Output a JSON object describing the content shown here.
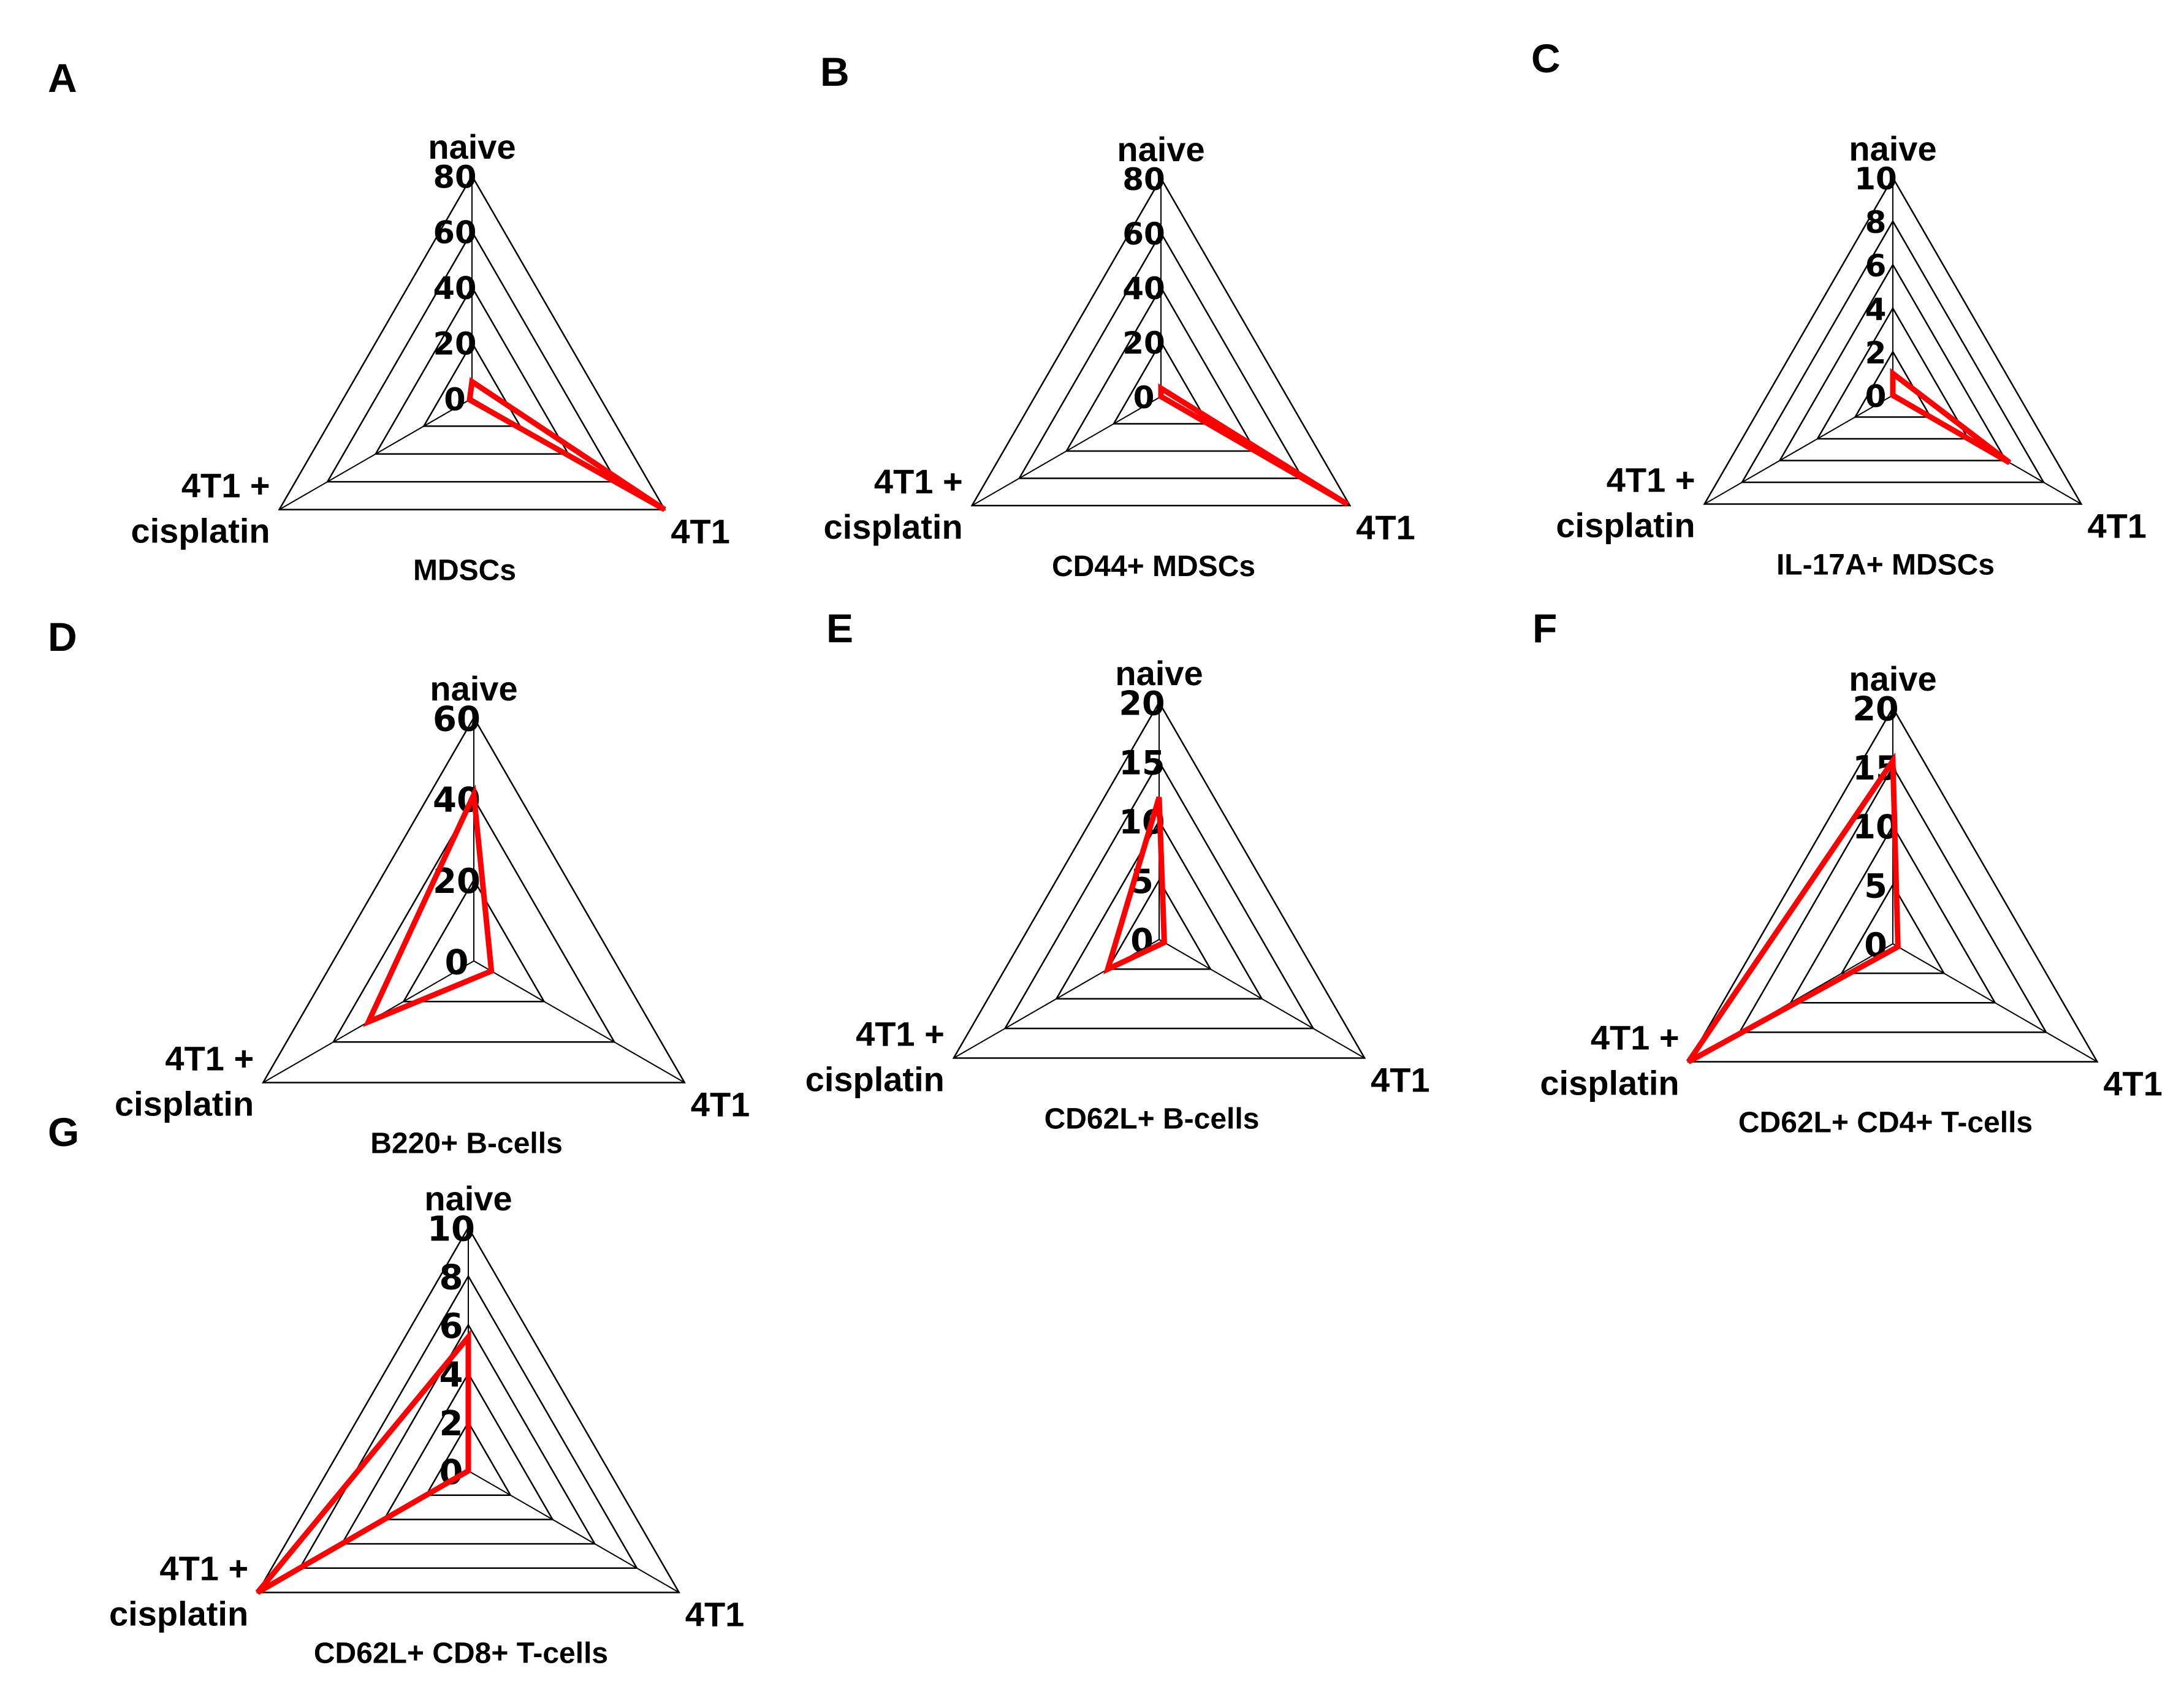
{
  "chart_data": [
    {
      "type": "radar",
      "panel": "A",
      "title": "MDSCs",
      "axes": [
        "naive",
        "4T1",
        "4T1 +\ncisplatin"
      ],
      "ticks": [
        "0",
        "20",
        "40",
        "60",
        "80"
      ],
      "rmax": 80,
      "series": [
        {
          "values": [
            6,
            80,
            1
          ]
        }
      ],
      "color": "#ff0000"
    },
    {
      "type": "radar",
      "panel": "B",
      "title": "CD44+ MDSCs",
      "axes": [
        "naive",
        "4T1",
        "4T1 +\ncisplatin"
      ],
      "ticks": [
        "0",
        "20",
        "40",
        "60",
        "80"
      ],
      "rmax": 80,
      "series": [
        {
          "values": [
            3,
            79,
            0
          ]
        }
      ],
      "color": "#ff0000"
    },
    {
      "type": "radar",
      "panel": "C",
      "title": "IL-17A+ MDSCs",
      "axes": [
        "naive",
        "4T1",
        "4T1 +\ncisplatin"
      ],
      "ticks": [
        "0",
        "2",
        "4",
        "6",
        "8",
        "10"
      ],
      "rmax": 10,
      "series": [
        {
          "values": [
            1,
            6.2,
            0
          ]
        }
      ],
      "color": "#ff0000"
    },
    {
      "type": "radar",
      "panel": "D",
      "title": "B220+ B-cells",
      "axes": [
        "naive",
        "4T1",
        "4T1 +\ncisplatin"
      ],
      "ticks": [
        "0",
        "20",
        "40",
        "60"
      ],
      "rmax": 60,
      "series": [
        {
          "values": [
            41,
            5,
            30
          ]
        }
      ],
      "color": "#ff0000"
    },
    {
      "type": "radar",
      "panel": "E",
      "title": "CD62L+ B-cells",
      "axes": [
        "naive",
        "4T1",
        "4T1 +\ncisplatin"
      ],
      "ticks": [
        "0",
        "5",
        "10",
        "15",
        "20"
      ],
      "rmax": 20,
      "series": [
        {
          "values": [
            12,
            0.5,
            5
          ]
        }
      ],
      "color": "#ff0000"
    },
    {
      "type": "radar",
      "panel": "F",
      "title": "CD62L+ CD4+ T-cells",
      "axes": [
        "naive",
        "4T1",
        "4T1 +\ncisplatin"
      ],
      "ticks": [
        "0",
        "5",
        "10",
        "15",
        "20"
      ],
      "rmax": 20,
      "series": [
        {
          "values": [
            15.5,
            0.5,
            20
          ]
        }
      ],
      "color": "#ff0000"
    },
    {
      "type": "radar",
      "panel": "G",
      "title": "CD62L+ CD8+ T-cells",
      "axes": [
        "naive",
        "4T1",
        "4T1 +\ncisplatin"
      ],
      "ticks": [
        "0",
        "2",
        "4",
        "6",
        "8",
        "10"
      ],
      "rmax": 10,
      "series": [
        {
          "values": [
            5.5,
            0,
            10
          ]
        }
      ],
      "color": "#ff0000"
    }
  ]
}
